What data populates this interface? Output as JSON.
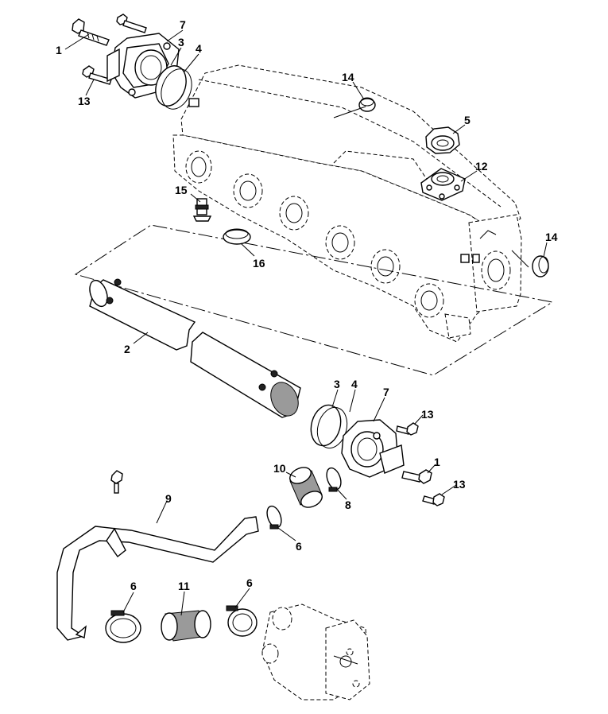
{
  "diagram": {
    "title": "Cooling water manifold exploded parts diagram",
    "callouts": {
      "c1_top": "1",
      "c7_top": "7",
      "c3_top": "3",
      "c4_top": "4",
      "c13_top": "13",
      "c14_top": "14",
      "c5": "5",
      "c12": "12",
      "c15": "15",
      "c16": "16",
      "c14_right": "14",
      "c2": "2",
      "c3_mid": "3",
      "c4_mid": "4",
      "c7_mid": "7",
      "c13_mid": "13",
      "c10": "10",
      "c1_mid": "1",
      "c8": "8",
      "c13_low": "13",
      "c9": "9",
      "c6_mid": "6",
      "c6_left": "6",
      "c11": "11",
      "c6_right": "6"
    }
  }
}
